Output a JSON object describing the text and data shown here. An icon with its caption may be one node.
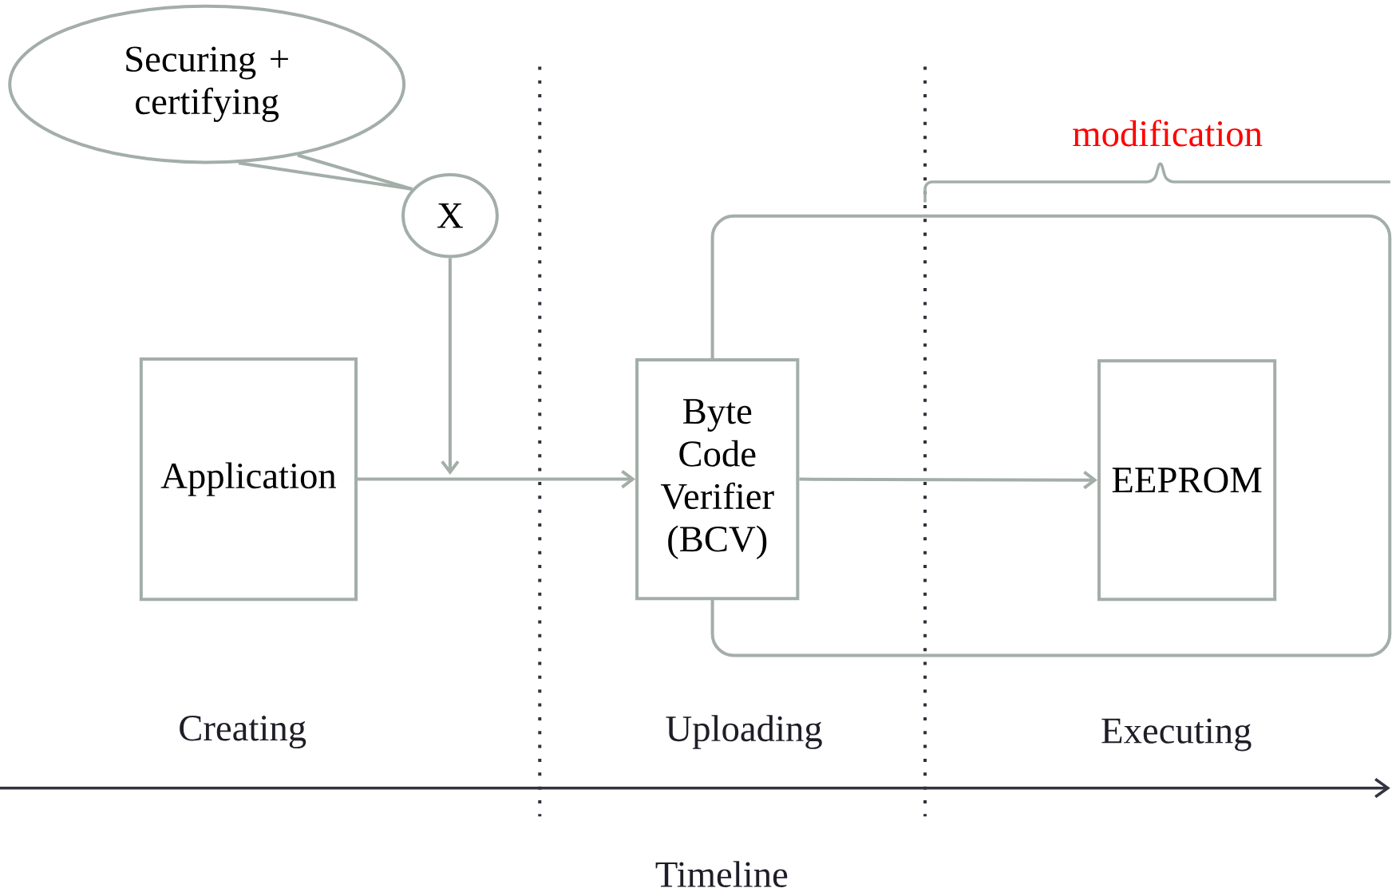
{
  "diagram": {
    "nodes": [
      {
        "text": [
          "Securing + certifying"
        ]
      },
      {
        "text": [
          "X"
        ]
      },
      {
        "text": [
          "Application"
        ]
      },
      {
        "text": [],
        "shape": "box"
      },
      {
        "text": [
          "Byte Code Verifier (BCV)"
        ]
      },
      {
        "text": [
          "EEPROM"
        ],
        "in": 3
      }
    ],
    "edges": [
      {
        "from": 0,
        "to": 1,
        "arrow": "none"
      },
      {
        "from": 1,
        "to": null,
        "arrow": "to"
      },
      {
        "from": 2,
        "to": 4,
        "arrow": "to"
      },
      {
        "from": 4,
        "to": 5,
        "arrow": "to"
      }
    ],
    "labels": [
      "modification",
      "Creating",
      "Uploading",
      "Executing",
      "Timeline"
    ]
  }
}
